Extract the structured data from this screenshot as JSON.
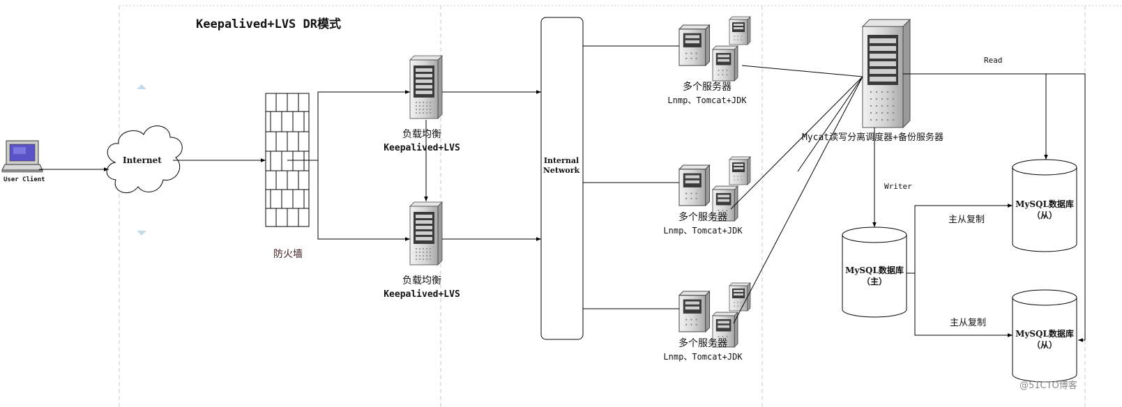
{
  "title": "Keepalived+LVS DR模式",
  "client": {
    "label": "User Client"
  },
  "internet": {
    "label": "Internet"
  },
  "firewall": {
    "label": "防火墙"
  },
  "load_balancers": [
    {
      "title": "负载均衡",
      "subtitle": "Keepalived+LVS"
    },
    {
      "title": "负载均衡",
      "subtitle": "Keepalived+LVS"
    }
  ],
  "internal_network": {
    "line1": "Internal",
    "line2": "Network"
  },
  "server_groups": [
    {
      "title": "多个服务器",
      "subtitle": "Lnmp、Tomcat+JDK"
    },
    {
      "title": "多个服务器",
      "subtitle": "Lnmp、Tomcat+JDK"
    },
    {
      "title": "多个服务器",
      "subtitle": "Lnmp、Tomcat+JDK"
    }
  ],
  "mycat": {
    "label": "Mycat读写分离调度器+备份服务器"
  },
  "links": {
    "read": "Read",
    "writer": "Writer",
    "replication_1": "主从复制",
    "replication_2": "主从复制"
  },
  "databases": {
    "master": {
      "line1": "MySQL数据库",
      "line2": "（主）"
    },
    "slave_1": {
      "line1": "MySQL数据库",
      "line2": "（从）"
    },
    "slave_2": {
      "line1": "MySQL数据库",
      "line2": "（从）"
    }
  },
  "watermark": "@51CTO博客",
  "colors": {
    "line": "#000000",
    "divider": "#c8c8c8",
    "server_body": "#d9d9d9",
    "server_dark": "#7f7f7f",
    "firewall_label": "#3a1a1a",
    "nav_arrow": "#c5dbe9"
  }
}
